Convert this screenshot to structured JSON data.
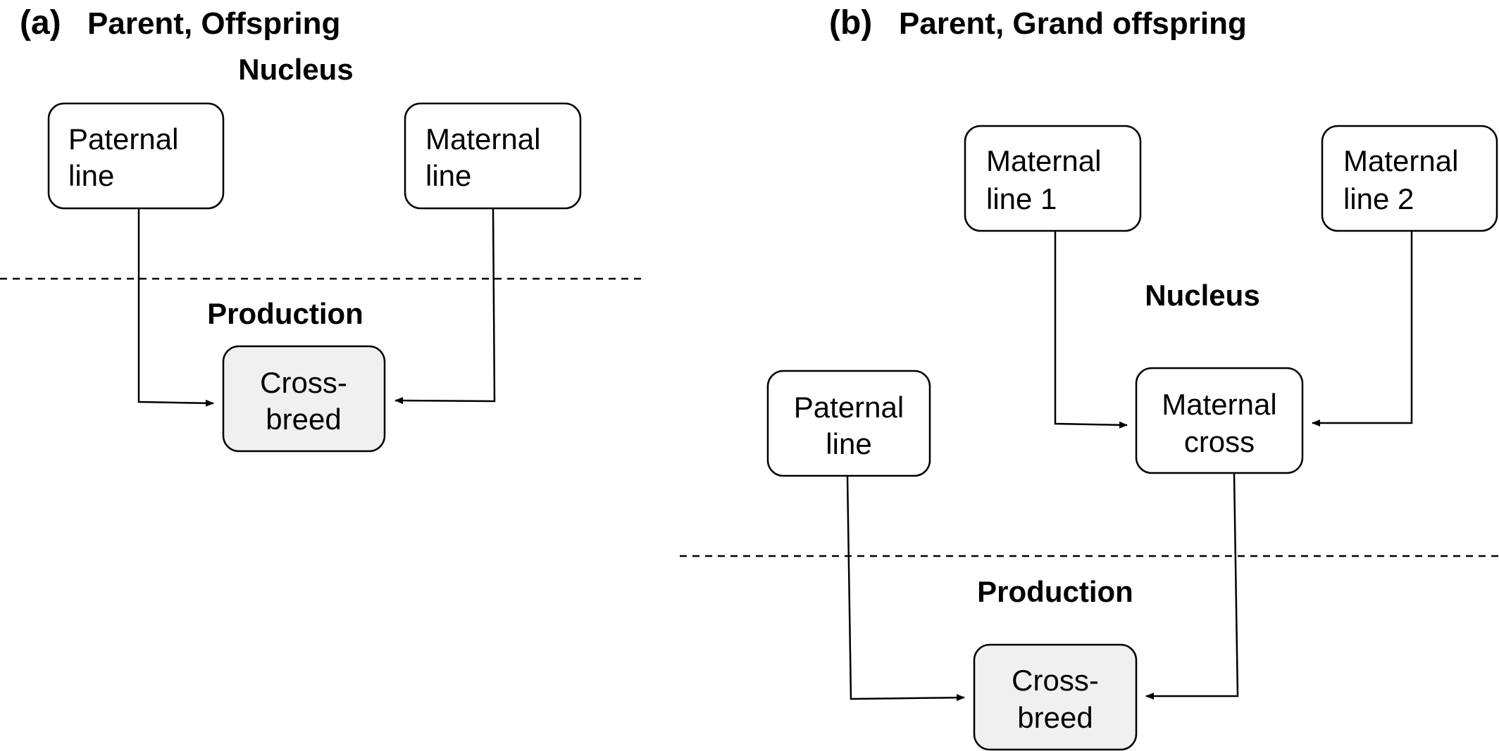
{
  "panel_a": {
    "letter": "(a)",
    "title": "Parent, Offspring",
    "nucleus_label": "Nucleus",
    "production_label": "Production",
    "paternal_line": [
      "Paternal",
      "line"
    ],
    "maternal_line": [
      "Maternal",
      "line"
    ],
    "crossbreed": [
      "Cross-",
      "breed"
    ]
  },
  "panel_b": {
    "letter": "(b)",
    "title": "Parent, Grand offspring",
    "nucleus_label": "Nucleus",
    "production_label": "Production",
    "maternal_line_1": [
      "Maternal",
      "line 1"
    ],
    "maternal_line_2": [
      "Maternal",
      "line 2"
    ],
    "paternal_line": [
      "Paternal",
      "line"
    ],
    "maternal_cross": [
      "Maternal",
      "cross"
    ],
    "crossbreed": [
      "Cross-",
      "breed"
    ]
  },
  "colors": {
    "box_fill": "#ffffff",
    "crossbreed_fill": "#f0f0f0",
    "stroke": "#000000"
  }
}
